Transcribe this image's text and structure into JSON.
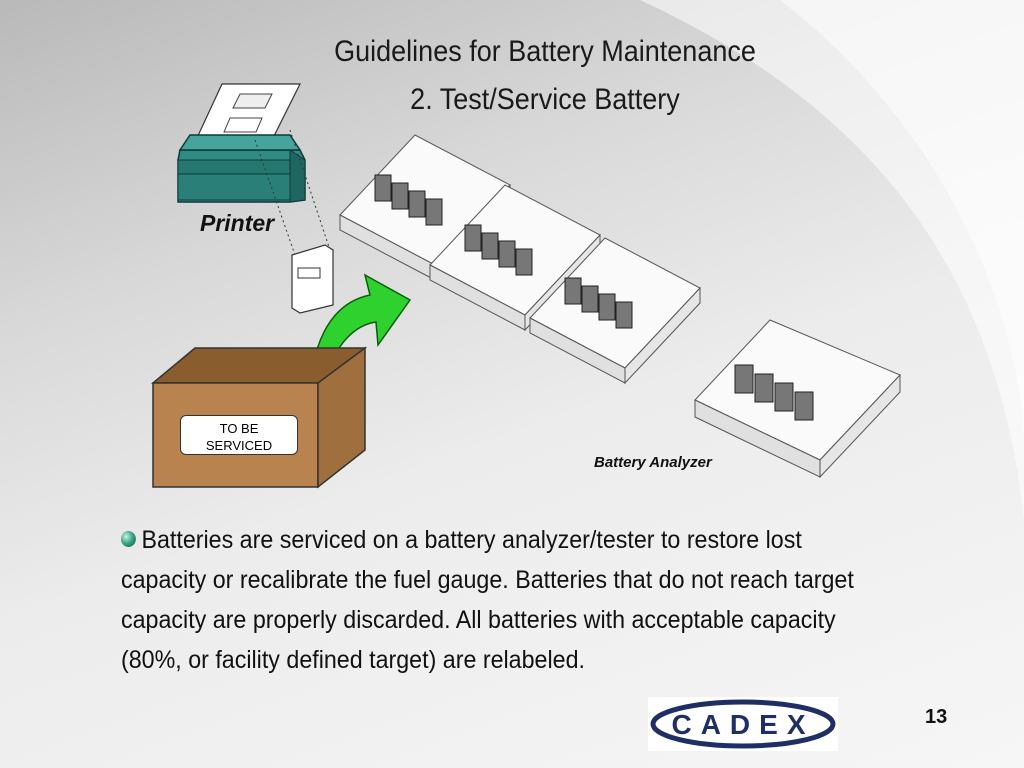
{
  "slide": {
    "title_line1": "Guidelines for Battery Maintenance",
    "title_line2": "2. Test/Service Battery",
    "printer_label": "Printer",
    "analyzer_label": "Battery Analyzer",
    "box_label_line1": "TO BE",
    "box_label_line2": "SERVICED",
    "body_text": "Batteries are serviced on a battery analyzer/tester to restore lost capacity or recalibrate the fuel gauge.  Batteries that do not reach target capacity are properly discarded.  All batteries with acceptable capacity (80%, or facility defined target) are relabeled.",
    "logo_text": "CADEX",
    "page_number": "13"
  },
  "colors": {
    "printer_teal": "#2f8c84",
    "arrow_green": "#2fd12f",
    "box_brown": "#b8834e",
    "logo_navy": "#1f2f66"
  },
  "icons": [
    "bullet-icon",
    "printer-icon",
    "label-sheet-icon",
    "green-arrow-icon",
    "cardboard-box-icon",
    "battery-analyzer-icon"
  ]
}
